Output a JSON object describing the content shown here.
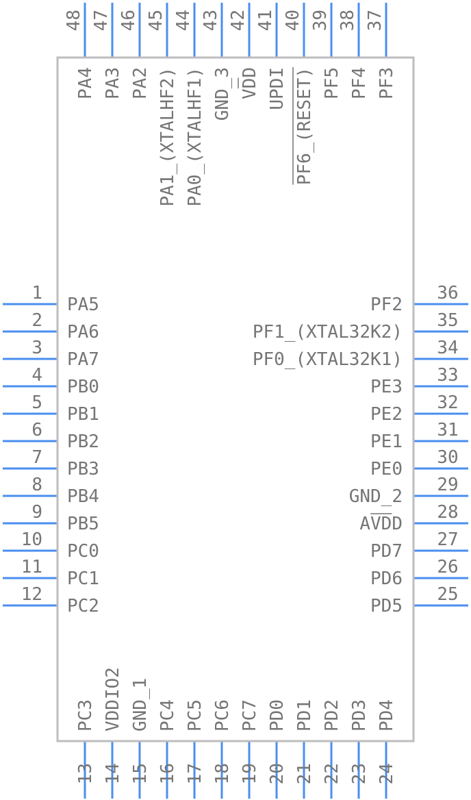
{
  "diagram": {
    "pins_left": [
      {
        "num": "1",
        "label": "PA5"
      },
      {
        "num": "2",
        "label": "PA6"
      },
      {
        "num": "3",
        "label": "PA7"
      },
      {
        "num": "4",
        "label": "PB0"
      },
      {
        "num": "5",
        "label": "PB1"
      },
      {
        "num": "6",
        "label": "PB2"
      },
      {
        "num": "7",
        "label": "PB3"
      },
      {
        "num": "8",
        "label": "PB4"
      },
      {
        "num": "9",
        "label": "PB5"
      },
      {
        "num": "10",
        "label": "PC0"
      },
      {
        "num": "11",
        "label": "PC1"
      },
      {
        "num": "12",
        "label": "PC2"
      }
    ],
    "pins_bottom": [
      {
        "num": "13",
        "label": "PC3"
      },
      {
        "num": "14",
        "label": "VDDIO2"
      },
      {
        "num": "15",
        "label": "GND_1"
      },
      {
        "num": "16",
        "label": "PC4"
      },
      {
        "num": "17",
        "label": "PC5"
      },
      {
        "num": "18",
        "label": "PC6"
      },
      {
        "num": "19",
        "label": "PC7"
      },
      {
        "num": "20",
        "label": "PD0"
      },
      {
        "num": "21",
        "label": "PD1"
      },
      {
        "num": "22",
        "label": "PD2"
      },
      {
        "num": "23",
        "label": "PD3"
      },
      {
        "num": "24",
        "label": "PD4"
      }
    ],
    "pins_right": [
      {
        "num": "25",
        "label": "PD5"
      },
      {
        "num": "26",
        "label": "PD6"
      },
      {
        "num": "27",
        "label": "PD7"
      },
      {
        "num": "28",
        "label": "AVDD"
      },
      {
        "num": "29",
        "label": "GND_2"
      },
      {
        "num": "30",
        "label": "PE0"
      },
      {
        "num": "31",
        "label": "PE1"
      },
      {
        "num": "32",
        "label": "PE2"
      },
      {
        "num": "33",
        "label": "PE3"
      },
      {
        "num": "34",
        "label": "PF0_(XTAL32K1)"
      },
      {
        "num": "35",
        "label": "PF1_(XTAL32K2)"
      },
      {
        "num": "36",
        "label": "PF2"
      }
    ],
    "pins_top": [
      {
        "num": "37",
        "label": "PF3"
      },
      {
        "num": "38",
        "label": "PF4"
      },
      {
        "num": "39",
        "label": "PF5"
      },
      {
        "num": "40",
        "label": "PF6_(RESET)"
      },
      {
        "num": "41",
        "label": "UPDI"
      },
      {
        "num": "42",
        "label": "VDD"
      },
      {
        "num": "43",
        "label": "GND_3"
      },
      {
        "num": "44",
        "label": "PA0_(XTALHF1)"
      },
      {
        "num": "45",
        "label": "PA1_(XTALHF2)"
      },
      {
        "num": "46",
        "label": "PA2"
      },
      {
        "num": "47",
        "label": "PA3"
      },
      {
        "num": "48",
        "label": "PA4"
      }
    ],
    "colors": {
      "pin": "#4a8ef0",
      "body": "#bdbdbd",
      "text": "#757575"
    }
  }
}
